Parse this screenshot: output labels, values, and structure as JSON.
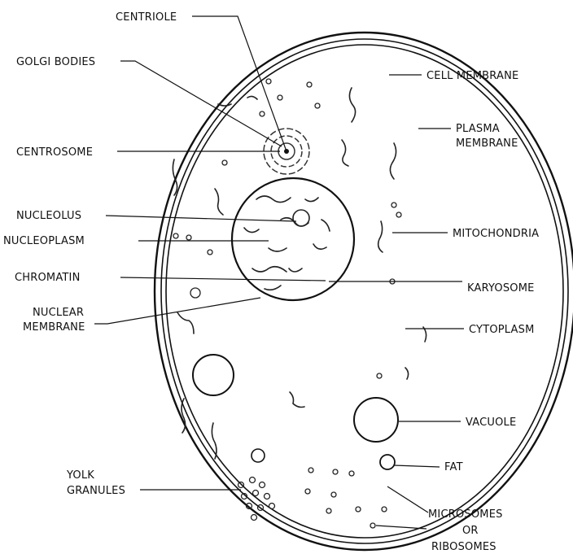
{
  "labels": {
    "centriole": "CENTRIOLE",
    "golgi_bodies": "GOLGI BODIES",
    "centrosome": "CENTROSOME",
    "nucleolus": "NUCLEOLUS",
    "nucleoplasm": "NUCLEOPLASM",
    "chromatin": "CHROMATIN",
    "nuclear_membrane_line1": "NUCLEAR",
    "nuclear_membrane_line2": "MEMBRANE",
    "yolk_granules_line1": "YOLK",
    "yolk_granules_line2": "GRANULES",
    "cell_membrane": "CELL MEMBRANE",
    "plasma_membrane_line1": "PLASMA",
    "plasma_membrane_line2": "MEMBRANE",
    "mitochondria": "MITOCHONDRIA",
    "karyosome": "KARYOSOME",
    "cytoplasm": "CYTOPLASM",
    "vacuole": "VACUOLE",
    "fat": "FAT",
    "microsomes_line1": "MICROSOMES",
    "microsomes_line2": "OR",
    "microsomes_line3": "RIBOSOMES"
  }
}
